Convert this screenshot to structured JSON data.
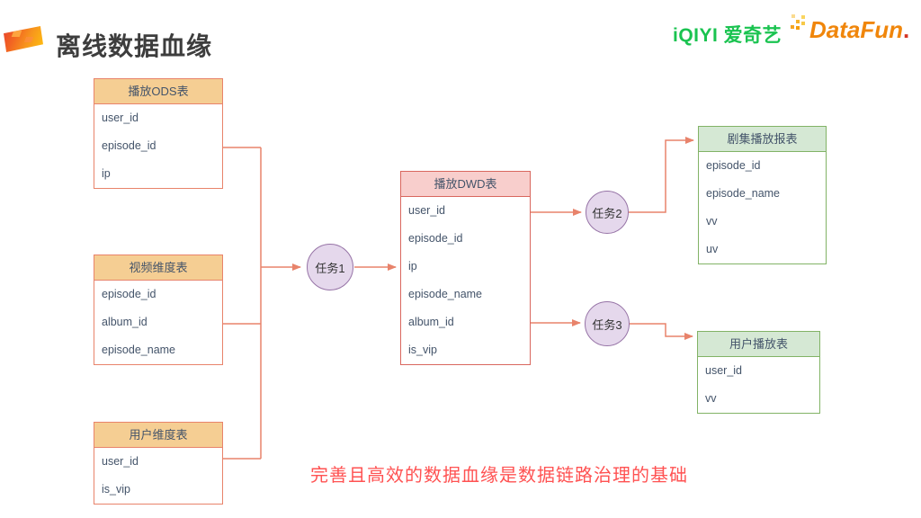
{
  "slide": {
    "title": "离线数据血缘",
    "caption": "完善且高效的数据血缘是数据链路治理的基础",
    "brand": {
      "iqiyi": "iQIYI 爱奇艺",
      "datafun": "DataFun",
      "datafun_dot": "."
    }
  },
  "diagram": {
    "tables": [
      {
        "name": "播放ODS表",
        "theme": "orange",
        "fields": [
          "user_id",
          "episode_id",
          "ip"
        ]
      },
      {
        "name": "视频维度表",
        "theme": "orange",
        "fields": [
          "episode_id",
          "album_id",
          "episode_name"
        ]
      },
      {
        "name": "用户维度表",
        "theme": "orange",
        "fields": [
          "user_id",
          "is_vip"
        ]
      },
      {
        "name": "播放DWD表",
        "theme": "red",
        "fields": [
          "user_id",
          "episode_id",
          "ip",
          "episode_name",
          "album_id",
          "is_vip"
        ]
      },
      {
        "name": "剧集播放报表",
        "theme": "green",
        "fields": [
          "episode_id",
          "episode_name",
          "vv",
          "uv"
        ]
      },
      {
        "name": "用户播放表",
        "theme": "green",
        "fields": [
          "user_id",
          "vv"
        ]
      }
    ],
    "tasks": [
      {
        "label": "任务1"
      },
      {
        "label": "任务2"
      },
      {
        "label": "任务3"
      }
    ]
  },
  "colors": {
    "connector": "#e8836b",
    "orange_table_border": "#e8836b",
    "orange_table_header": "#f5ce93",
    "red_table_border": "#d9675e",
    "red_table_header": "#f8cecc",
    "green_table_border": "#82b366",
    "green_table_header": "#d5e8d4",
    "task_fill": "#e5d8ec",
    "task_border": "#9673a6",
    "field_text": "#44546a",
    "caption_red": "#ff5252",
    "iqiyi_green": "#1ac350",
    "datafun_orange": "#f0860b"
  }
}
